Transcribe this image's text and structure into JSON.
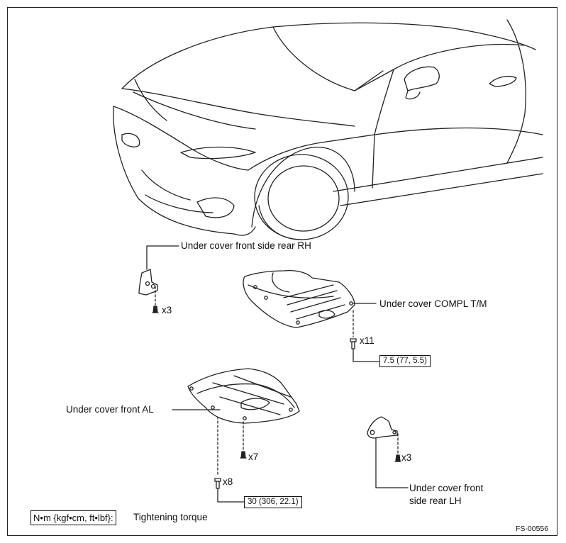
{
  "callouts": {
    "rh_rear": "Under cover front side rear RH",
    "compl_tm": "Under cover COMPL T/M",
    "front_al": "Under cover front AL",
    "lh_rear_line1": "Under cover front",
    "lh_rear_line2": "side rear LH"
  },
  "quantities": {
    "rh_clips": "x3",
    "tm_bolts": "x11",
    "al_clips": "x7",
    "al_bolts": "x8",
    "lh_clips": "x3"
  },
  "torques": {
    "tm": "7.5 (77, 5.5)",
    "al": "30 (306, 22.1)"
  },
  "legend": {
    "unit_box": "N•m {kgf•cm, ft•lbf}:",
    "meaning": "Tightening torque"
  },
  "figure_id": "FS-00556"
}
